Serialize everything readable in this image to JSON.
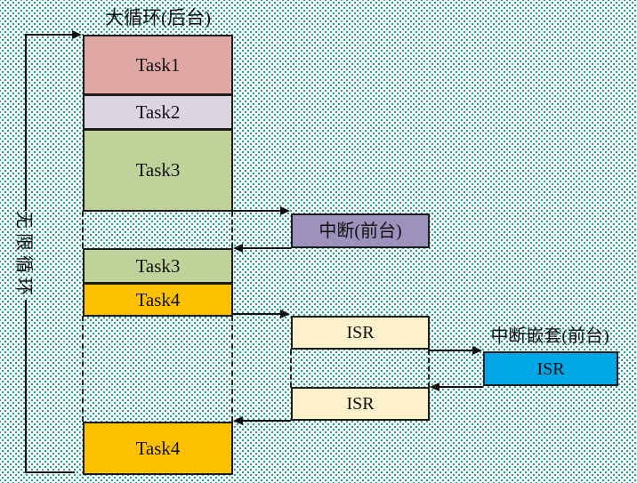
{
  "title": "大循环(后台)",
  "loop_label": "无限循环",
  "nested_label": "中断嵌套(前台)",
  "blocks": {
    "task1": "Task1",
    "task2": "Task2",
    "task3_first": "Task3",
    "task3_resumed": "Task3",
    "task4_first": "Task4",
    "task4_resumed": "Task4",
    "interrupt": "中断(前台)",
    "isr_first": "ISR",
    "isr_nested": "ISR",
    "isr_resumed": "ISR"
  },
  "colors": {
    "task1": "#e0a8a4",
    "task2": "#dbd5e2",
    "task3": "#bfd29a",
    "task4": "#fdc101",
    "interrupt": "#9c92bc",
    "isr": "#fdf1cb",
    "isr_nested": "#00a7e7",
    "background_dot": "#1a9a8b",
    "line": "#111111"
  }
}
